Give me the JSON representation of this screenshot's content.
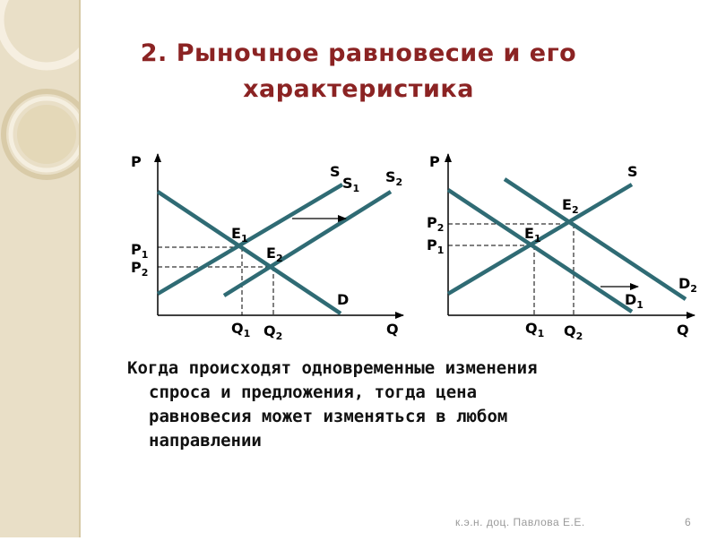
{
  "slide": {
    "title_line1": "2. Рыночное равновесие и его",
    "title_line2": "характеристика",
    "body_lines": [
      "Когда происходят одновременные изменения",
      "спроса и предложения, тогда цена",
      "равновесия может изменяться в любом",
      "направлении"
    ],
    "footer": "к.э.н. доц. Павлова Е.Е.",
    "page_number": "6"
  },
  "colors": {
    "title": "#8b2323",
    "curve": "#2f6b74",
    "stripe": "#e9dfc7"
  },
  "diagram_left": {
    "p_axis": "P",
    "q_axis": "Q",
    "supply_labels": [
      "S",
      "S1",
      "S2"
    ],
    "demand_label": "D",
    "eq_labels": [
      "E1",
      "E2"
    ],
    "price_labels": [
      "P1",
      "P2"
    ],
    "qty_labels": [
      "Q1",
      "Q2"
    ]
  },
  "diagram_right": {
    "p_axis": "P",
    "q_axis": "Q",
    "supply_label": "S",
    "demand_labels": [
      "D1",
      "D2"
    ],
    "eq_labels": [
      "E1",
      "E2"
    ],
    "price_labels": [
      "P2",
      "P1"
    ],
    "qty_labels": [
      "Q1",
      "Q2"
    ]
  }
}
